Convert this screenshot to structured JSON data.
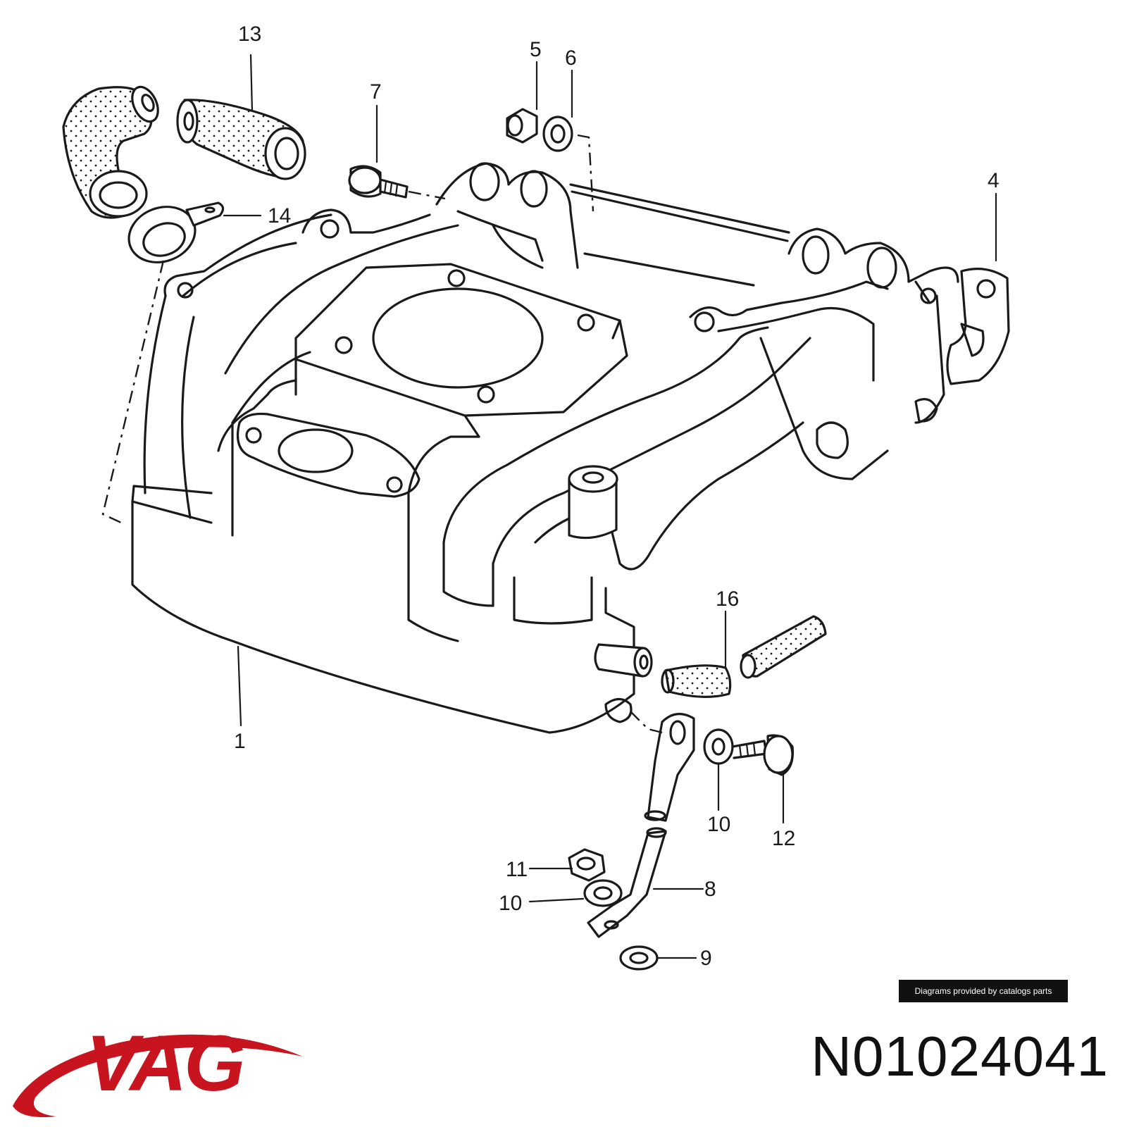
{
  "diagram": {
    "callouts": [
      "13",
      "5",
      "6",
      "7",
      "4",
      "14",
      "1",
      "16",
      "10",
      "12",
      "11",
      "10",
      "8",
      "9"
    ]
  },
  "credit": {
    "text": "Diagrams provided by catalogs parts"
  },
  "brand": {
    "name": "VAG",
    "color": "#c8141e"
  },
  "part": {
    "number": "N01024041"
  }
}
